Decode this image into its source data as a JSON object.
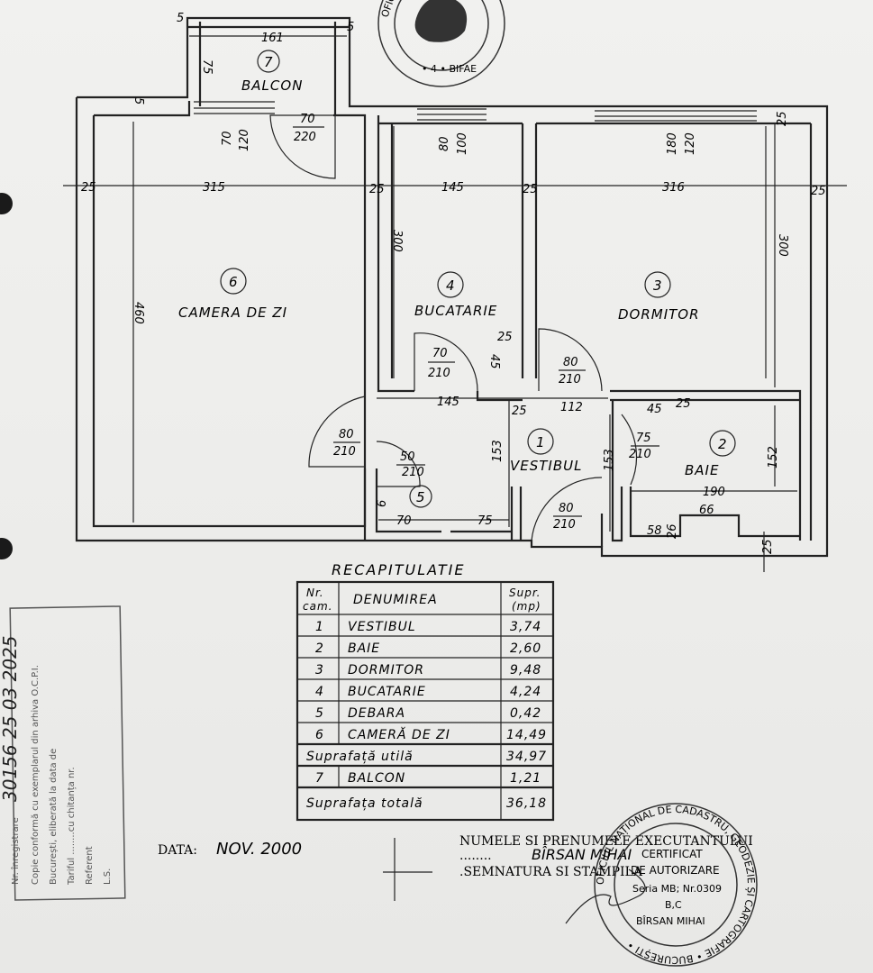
{
  "plan": {
    "rooms": [
      {
        "no": "1",
        "name": "VESTIBUL"
      },
      {
        "no": "2",
        "name": "BAIE"
      },
      {
        "no": "3",
        "name": "DORMITOR"
      },
      {
        "no": "4",
        "name": "BUCATARIE"
      },
      {
        "no": "5",
        "name": ""
      },
      {
        "no": "6",
        "name": "CAMERA DE ZI"
      },
      {
        "no": "7",
        "name": "BALCON"
      }
    ],
    "dims": {
      "balcon_w": "161",
      "balcon_h": "75",
      "balcon_side": "5",
      "door_balcon": "70",
      "door_balcon_h": "220",
      "win_zi": "70",
      "win_zi_h": "120",
      "win_buc": "80",
      "win_buc_h": "100",
      "win_dorm": "180",
      "win_dorm_h": "120",
      "zi_w": "315",
      "buc_w": "145",
      "dorm_w": "316",
      "wall_25": "25",
      "wall_5": "5",
      "zi_h": "460",
      "buc_h": "300",
      "dorm_h": "300",
      "door_buc": "70",
      "door_buc_h": "210",
      "door_dorm": "80",
      "door_dorm_h": "210",
      "ves_w1": "145",
      "ves_w2": "112",
      "ves_h": "153",
      "ves_h2": "153",
      "door_zi": "80",
      "door_zi_h": "210",
      "door_deb": "50",
      "door_deb_h": "210",
      "door_baie": "75",
      "door_baie_h": "210",
      "door_main": "80",
      "door_main_h": "210",
      "deb_w": "70",
      "deb_w2": "75",
      "deb_6": "6",
      "baie_w": "190",
      "baie_h": "152",
      "baie_45": "45",
      "baie_58": "58",
      "baie_26": "26",
      "baie_66": "66",
      "buc_45": "45"
    }
  },
  "table": {
    "title": "RECAPITULATIE",
    "headers": {
      "nr1": "Nr.",
      "nr2": "cam.",
      "den": "DENUMIREA",
      "sup1": "Supr.",
      "sup2": "(mp)"
    },
    "rows": [
      {
        "nr": "1",
        "name": "VESTIBUL",
        "area": "3,74"
      },
      {
        "nr": "2",
        "name": "BAIE",
        "area": "2,60"
      },
      {
        "nr": "3",
        "name": "DORMITOR",
        "area": "9,48"
      },
      {
        "nr": "4",
        "name": "BUCATARIE",
        "area": "4,24"
      },
      {
        "nr": "5",
        "name": "DEBARA",
        "area": "0,42"
      },
      {
        "nr": "6",
        "name": "CAMERĂ DE ZI",
        "area": "14,49"
      }
    ],
    "util_label": "Suprafață utilă",
    "util_value": "34,97",
    "balcon": {
      "nr": "7",
      "name": "BALCON",
      "area": "1,21"
    },
    "total_label": "Suprafața totală",
    "total_value": "36,18"
  },
  "footer": {
    "date_label": "DATA:",
    "date_value": "NOV. 2000",
    "exec_label": "NUMELE SI PRENUMELE EXECUTANTULUI",
    "exec_name": "BÎRSAN MIHAI",
    "sign_label": ".SEMNATURA SI STAMPILA",
    "dots": "........"
  },
  "stamp_right": {
    "ring": "OFICIUL NAȚIONAL DE CADASTRU, GEODEZIE ȘI CARTOGRAFIE • BUCUREȘTI •",
    "l1": "CERTIFICAT",
    "l2": "DE AUTORIZARE",
    "l3": "Seria MB; Nr.0309",
    "l4": "B,C",
    "l5": "BÎRSAN MIHAI"
  },
  "stamp_top": {
    "ring": "OFICIUL DE ... ȘI CARTOGRAFIE BUCUREȘTI",
    "inner": "• 4 • BIFAE"
  },
  "side_stamp": {
    "l1": "Nr. înregistrare",
    "l1v": "30156 25 03 2025",
    "l2": "Copie conformă cu exemplarul din arhiva O.C.P.I.",
    "l3": "București, eliberată la data de",
    "l4": "Tariful ........cu chitanța nr.",
    "l5": "Referent",
    "l6": "L.S."
  }
}
